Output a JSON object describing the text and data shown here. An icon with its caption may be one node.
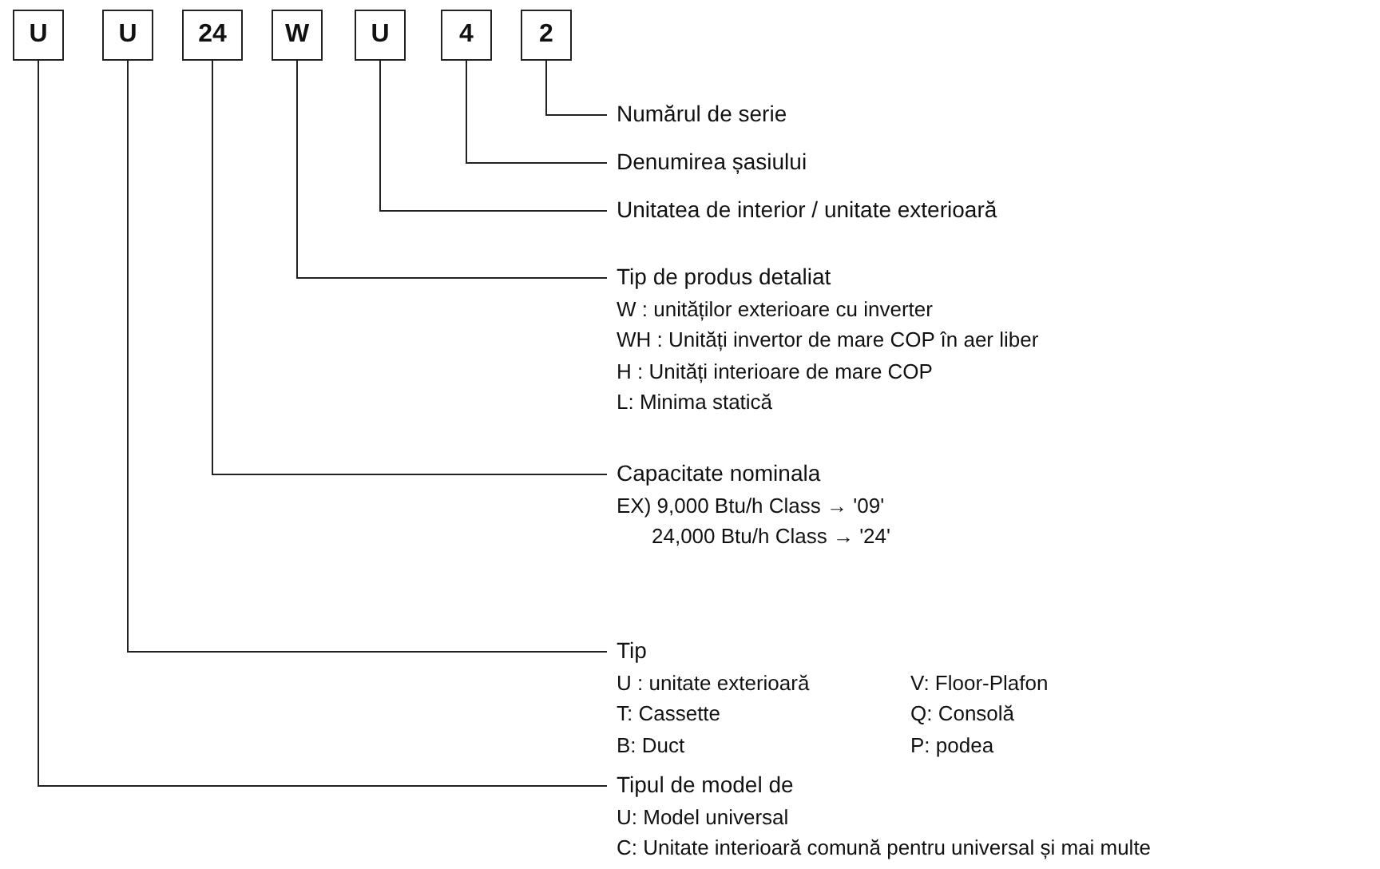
{
  "diagram": {
    "nodes": [
      {
        "text": [
          "U"
        ]
      },
      {
        "text": [
          "U"
        ]
      },
      {
        "text": [
          "24"
        ]
      },
      {
        "text": [
          "W"
        ]
      },
      {
        "text": [
          "U"
        ]
      },
      {
        "text": [
          "4"
        ]
      },
      {
        "text": [
          "2"
        ]
      },
      {
        "text": [
          "Numărul de serie"
        ]
      },
      {
        "text": [
          "Denumirea șasiului"
        ]
      },
      {
        "text": [
          "Unitatea de interior / unitate exterioară"
        ]
      },
      {
        "text": [
          "Tip de produs detaliat",
          "W : unităților exterioare cu inverter",
          "WH : Unități invertor de mare COP în aer liber",
          "H : Unități interioare de mare COP",
          "L: Minima statică"
        ]
      },
      {
        "text": [
          "Capacitate nominala",
          "EX) 9,000 Btu/h Class → '09'",
          "24,000 Btu/h Class → '24'"
        ]
      },
      {
        "text": [
          "Tip",
          "U : unitate exterioară",
          "V: Floor-Plafon",
          "T: Cassette",
          "Q: Consolă",
          "B: Duct",
          "P: podea"
        ]
      },
      {
        "text": [
          "Tipul de model de",
          "U: Model universal",
          "C: Unitate interioară comună pentru universal și mai multe"
        ]
      }
    ],
    "edges": [
      {
        "from": 6,
        "to": 7,
        "arrow": "none"
      },
      {
        "from": 5,
        "to": 8,
        "arrow": "none"
      },
      {
        "from": 4,
        "to": 9,
        "arrow": "none"
      },
      {
        "from": 3,
        "to": 10,
        "arrow": "none"
      },
      {
        "from": 2,
        "to": 11,
        "arrow": "none"
      },
      {
        "from": 1,
        "to": 12,
        "arrow": "none"
      },
      {
        "from": 0,
        "to": 13,
        "arrow": "none"
      }
    ]
  }
}
